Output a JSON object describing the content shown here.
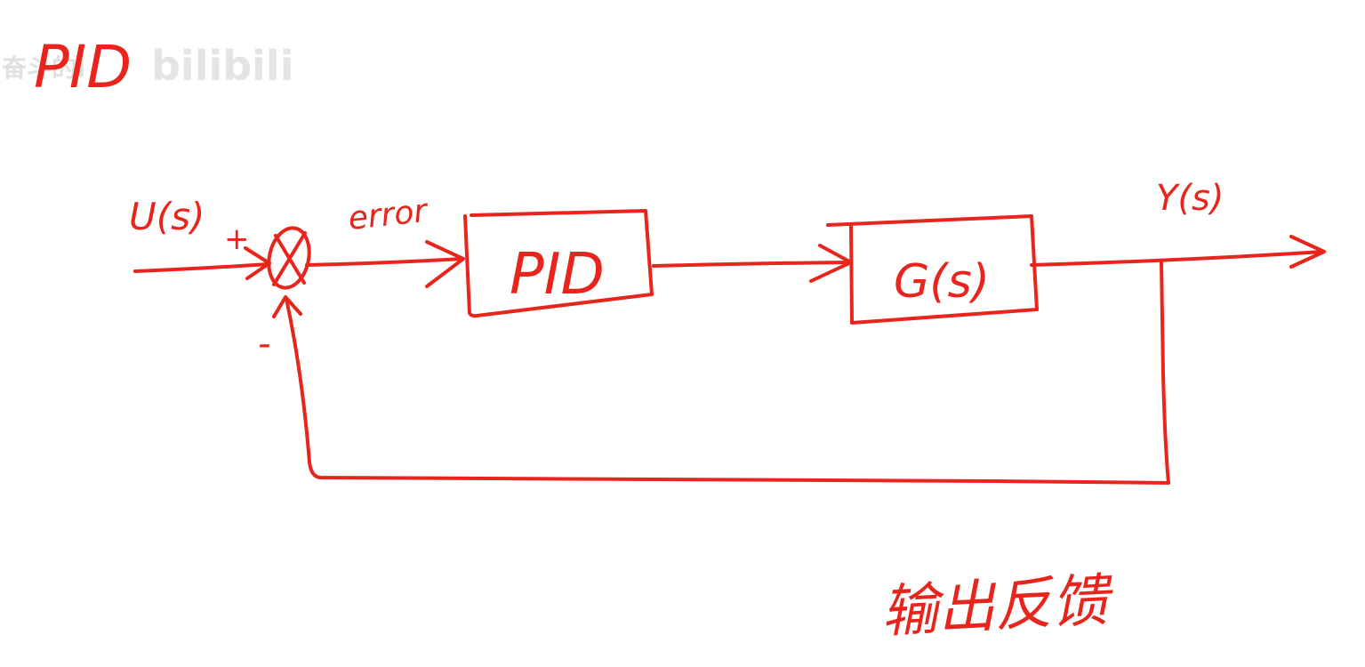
{
  "colors": {
    "ink": "#e8251c",
    "watermark": "#d6d6d6",
    "background": "#ffffff"
  },
  "title": "PID",
  "watermark": {
    "prefix": "奋斗的Ⅰ",
    "brand": "bilibili"
  },
  "labels": {
    "input": "U(s)",
    "plus": "+",
    "minus": "-",
    "error": "error",
    "output": "Y(s)",
    "feedback": "输出反馈"
  },
  "blocks": {
    "controller": "PID",
    "plant": "G(s)"
  },
  "icons": {
    "summing_junction": "summing-junction-icon"
  }
}
